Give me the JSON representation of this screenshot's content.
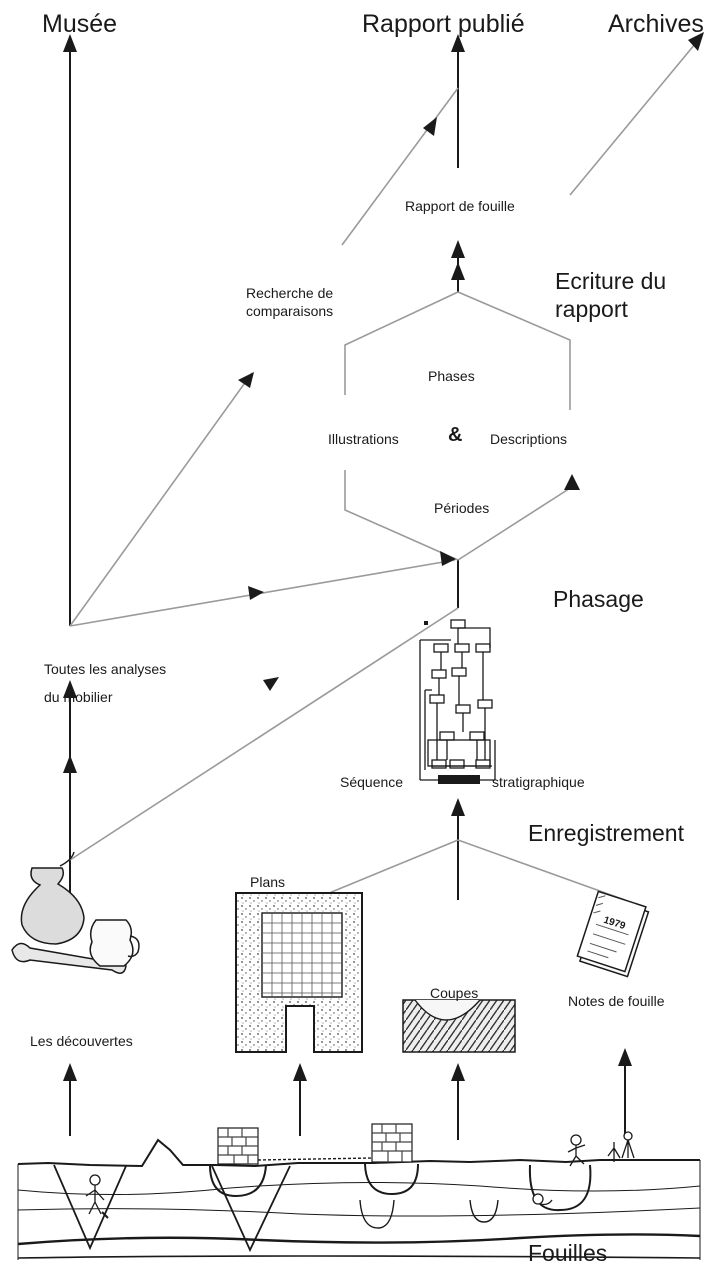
{
  "labels": {
    "musee": "Musée",
    "rapport_publie": "Rapport publié",
    "archives": "Archives",
    "rapport_de_fouille": "Rapport de fouille",
    "ecriture_line1": "Ecriture du",
    "ecriture_line2": "rapport",
    "recherche_line1": "Recherche de",
    "recherche_line2": "comparaisons",
    "phases": "Phases",
    "illustrations": "Illustrations",
    "ampersand": "&",
    "descriptions": "Descriptions",
    "periodes": "Périodes",
    "phasage": "Phasage",
    "analyses_line1": "Toutes les analyses",
    "analyses_line2": "du mobilier",
    "sequence": "Séquence",
    "stratigraphique": "stratigraphique",
    "enregistrement": "Enregistrement",
    "plans": "Plans",
    "coupes": "Coupes",
    "notes": "Notes de fouille",
    "decouvertes": "Les découvertes",
    "fouilles": "Fouilles",
    "notebook_year": "1979"
  },
  "colors": {
    "ink": "#1a1a1a",
    "thin_line": "#999999"
  }
}
